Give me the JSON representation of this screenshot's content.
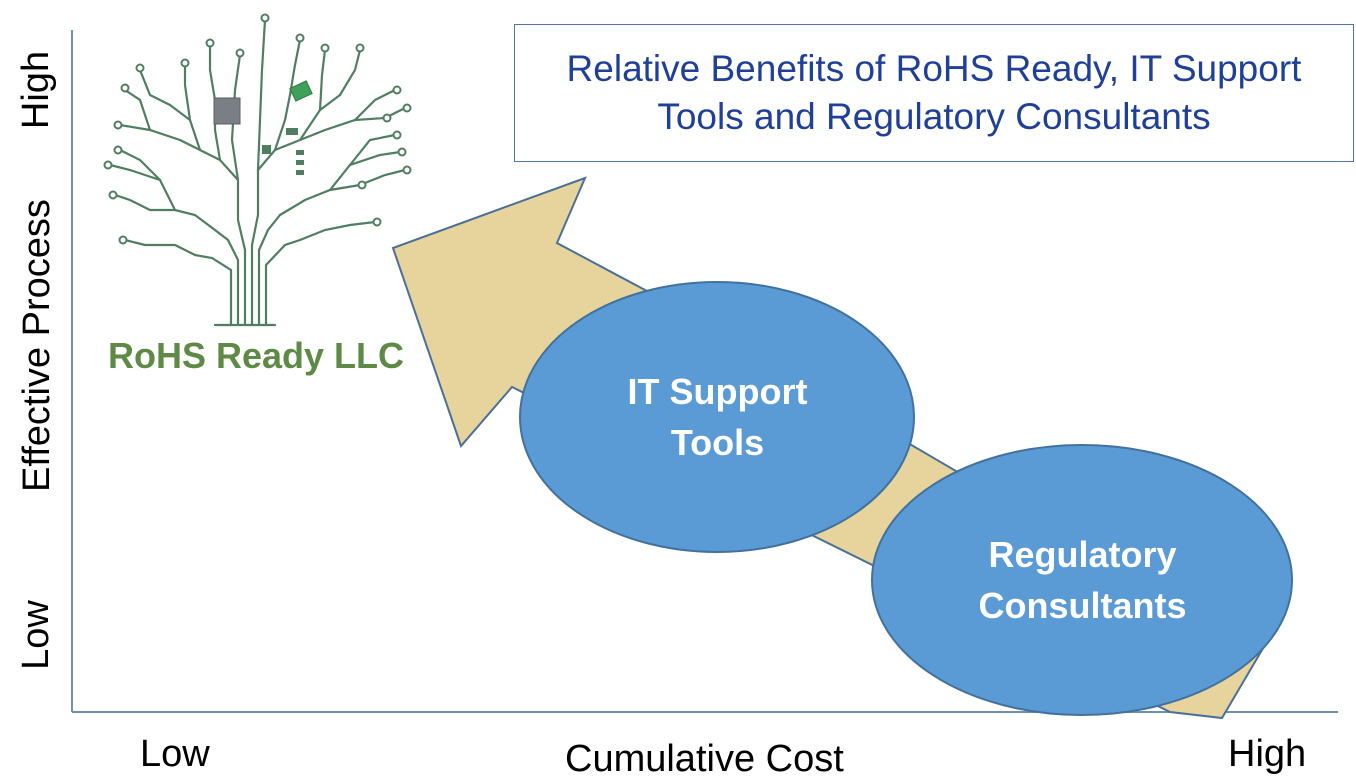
{
  "title": "Relative Benefits of RoHS Ready, IT Support Tools and Regulatory Consultants",
  "brand": {
    "name": "RoHS Ready LLC",
    "logo_icon": "circuit-tree-logo"
  },
  "x_axis": {
    "label": "Cumulative Cost",
    "low": "Low",
    "high": "High"
  },
  "y_axis": {
    "label": "Effective Process",
    "low": "Low",
    "high": "High"
  },
  "nodes": {
    "it_support": "IT Support Tools",
    "consultants": "Regulatory Consultants"
  },
  "colors": {
    "arrow_fill": "#e6d49c",
    "arrow_stroke": "#4a6f98",
    "ellipse_fill": "#5b9bd5",
    "ellipse_stroke": "#41719c",
    "title_color": "#1f3f99",
    "brand_color": "#5e8a46",
    "circuit_color": "#4f7f60"
  }
}
